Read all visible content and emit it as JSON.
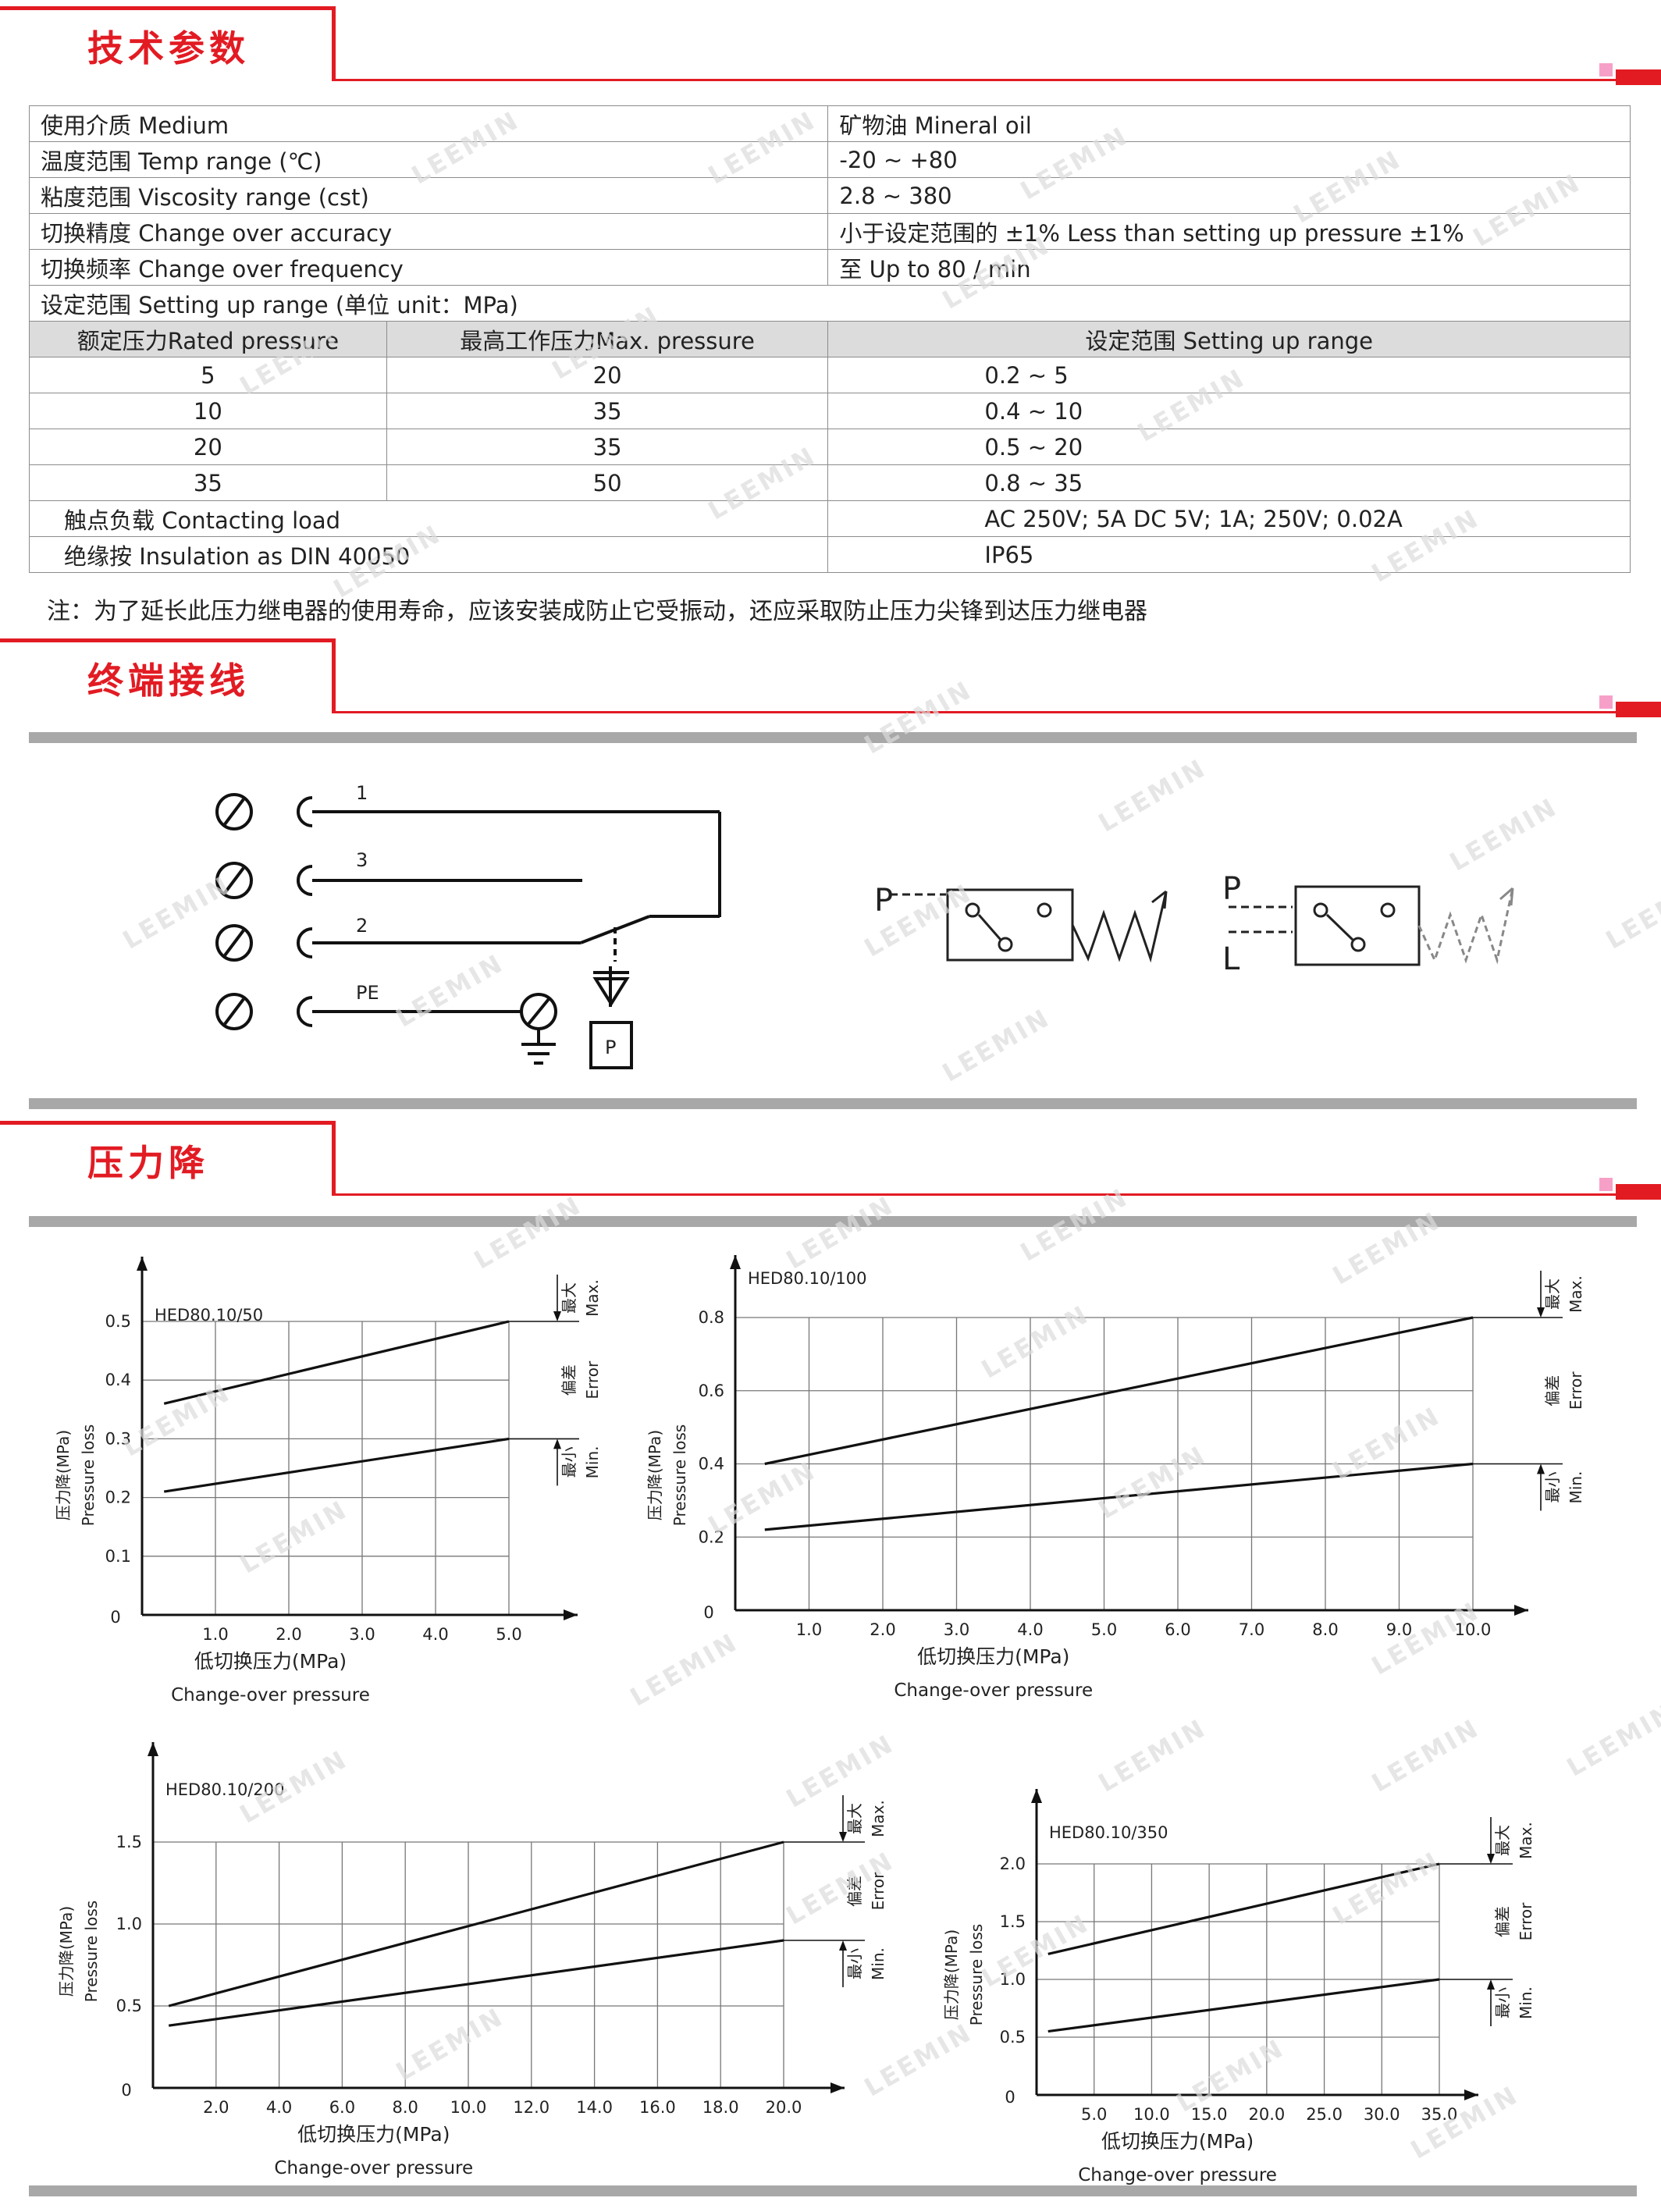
{
  "sections": {
    "spec_title": "技术参数",
    "wiring_title": "终端接线",
    "pressure_title": "压力降"
  },
  "spec": {
    "rows": [
      {
        "label": "使用介质 Medium",
        "value": "矿物油 Mineral oil"
      },
      {
        "label": "温度范围 Temp range (℃)",
        "value": "-20 ~ +80"
      },
      {
        "label": "粘度范围 Viscosity range (cst)",
        "value": "2.8 ~ 380"
      },
      {
        "label": "切换精度 Change over accuracy",
        "value": "小于设定范围的 ±1% Less than setting up pressure ±1%"
      },
      {
        "label": "切换频率 Change over frequency",
        "value": "至 Up to 80 / min"
      }
    ],
    "setting_caption": "设定范围 Setting up range (单位 unit：MPa)",
    "range_headers": [
      "额定压力Rated pressure",
      "最高工作压力Max. pressure",
      "设定范围 Setting up range"
    ],
    "range_rows": [
      [
        "5",
        "20",
        "0.2 ~ 5"
      ],
      [
        "10",
        "35",
        "0.4 ~ 10"
      ],
      [
        "20",
        "35",
        "0.5 ~ 20"
      ],
      [
        "35",
        "50",
        "0.8 ~ 35"
      ]
    ],
    "load_label": "触点负载 Contacting load",
    "load_value": "AC  250V; 5A  DC  5V; 1A; 250V; 0.02A",
    "insulation_label": "绝缘按 Insulation as DIN 40050",
    "insulation_value": "IP65",
    "note": "注：为了延长此压力继电器的使用寿命，应该安装成防止它受振动，还应采取防止压力尖锋到达压力继电器"
  },
  "wiring": {
    "terminal_1": "1",
    "terminal_3": "3",
    "terminal_2": "2",
    "terminal_pe": "PE",
    "sensor_p": "P",
    "sym1_p": "P",
    "sym2_p": "P",
    "sym2_l": "L"
  },
  "watermark": "LEEMIN",
  "chart_labels": {
    "ylabel_cn": "压力降(MPa)",
    "ylabel_en": "Pressure loss",
    "xlabel_cn": "低切换压力(MPa)",
    "xlabel_en": "Change-over pressure",
    "max_cn": "最大",
    "max_en": "Max.",
    "err_cn": "偏差",
    "err_en": "Error",
    "min_cn": "最小",
    "min_en": "Min.",
    "origin": "0"
  },
  "chart_data": [
    {
      "type": "line",
      "title": "HED80.10/50",
      "xlabel": "低切换压力(MPa) Change-over pressure",
      "ylabel": "压力降(MPa) Pressure loss",
      "x_ticks": [
        "1.0",
        "2.0",
        "3.0",
        "4.0",
        "5.0"
      ],
      "y_ticks": [
        "0.1",
        "0.2",
        "0.3",
        "0.4",
        "0.5"
      ],
      "xlim": [
        0,
        5.0
      ],
      "ylim": [
        0,
        0.5
      ],
      "series": [
        {
          "name": "最大 Max.",
          "x": [
            0.3,
            5.0
          ],
          "y": [
            0.36,
            0.5
          ]
        },
        {
          "name": "最小 Min.",
          "x": [
            0.3,
            5.0
          ],
          "y": [
            0.21,
            0.3
          ]
        }
      ]
    },
    {
      "type": "line",
      "title": "HED80.10/100",
      "xlabel": "低切换压力(MPa) Change-over pressure",
      "ylabel": "压力降(MPa) Pressure loss",
      "x_ticks": [
        "1.0",
        "2.0",
        "3.0",
        "4.0",
        "5.0",
        "6.0",
        "7.0",
        "8.0",
        "9.0",
        "10.0"
      ],
      "y_ticks": [
        "0.2",
        "0.4",
        "0.6",
        "0.8"
      ],
      "xlim": [
        0,
        10.0
      ],
      "ylim": [
        0,
        0.8
      ],
      "series": [
        {
          "name": "最大 Max.",
          "x": [
            0.4,
            10.0
          ],
          "y": [
            0.4,
            0.8
          ]
        },
        {
          "name": "最小 Min.",
          "x": [
            0.4,
            10.0
          ],
          "y": [
            0.22,
            0.4
          ]
        }
      ]
    },
    {
      "type": "line",
      "title": "HED80.10/200",
      "xlabel": "低切换压力(MPa) Change-over pressure",
      "ylabel": "压力降(MPa) Pressure loss",
      "x_ticks": [
        "2.0",
        "4.0",
        "6.0",
        "8.0",
        "10.0",
        "12.0",
        "14.0",
        "16.0",
        "18.0",
        "20.0"
      ],
      "y_ticks": [
        "0.5",
        "1.0",
        "1.5"
      ],
      "xlim": [
        0,
        20.0
      ],
      "ylim": [
        0,
        1.5
      ],
      "series": [
        {
          "name": "最大 Max.",
          "x": [
            0.5,
            20.0
          ],
          "y": [
            0.5,
            1.5
          ]
        },
        {
          "name": "最小 Min.",
          "x": [
            0.5,
            20.0
          ],
          "y": [
            0.38,
            0.9
          ]
        }
      ]
    },
    {
      "type": "line",
      "title": "HED80.10/350",
      "xlabel": "低切换压力(MPa) Change-over pressure",
      "ylabel": "压力降(MPa) Pressure loss",
      "x_ticks": [
        "5.0",
        "10.0",
        "15.0",
        "20.0",
        "25.0",
        "30.0",
        "35.0"
      ],
      "y_ticks": [
        "0.5",
        "1.0",
        "1.5",
        "2.0"
      ],
      "xlim": [
        0,
        35.0
      ],
      "ylim": [
        0,
        2.0
      ],
      "series": [
        {
          "name": "最大 Max.",
          "x": [
            1.0,
            35.0
          ],
          "y": [
            1.22,
            2.0
          ]
        },
        {
          "name": "最小 Min.",
          "x": [
            1.0,
            35.0
          ],
          "y": [
            0.55,
            1.0
          ]
        }
      ]
    }
  ]
}
